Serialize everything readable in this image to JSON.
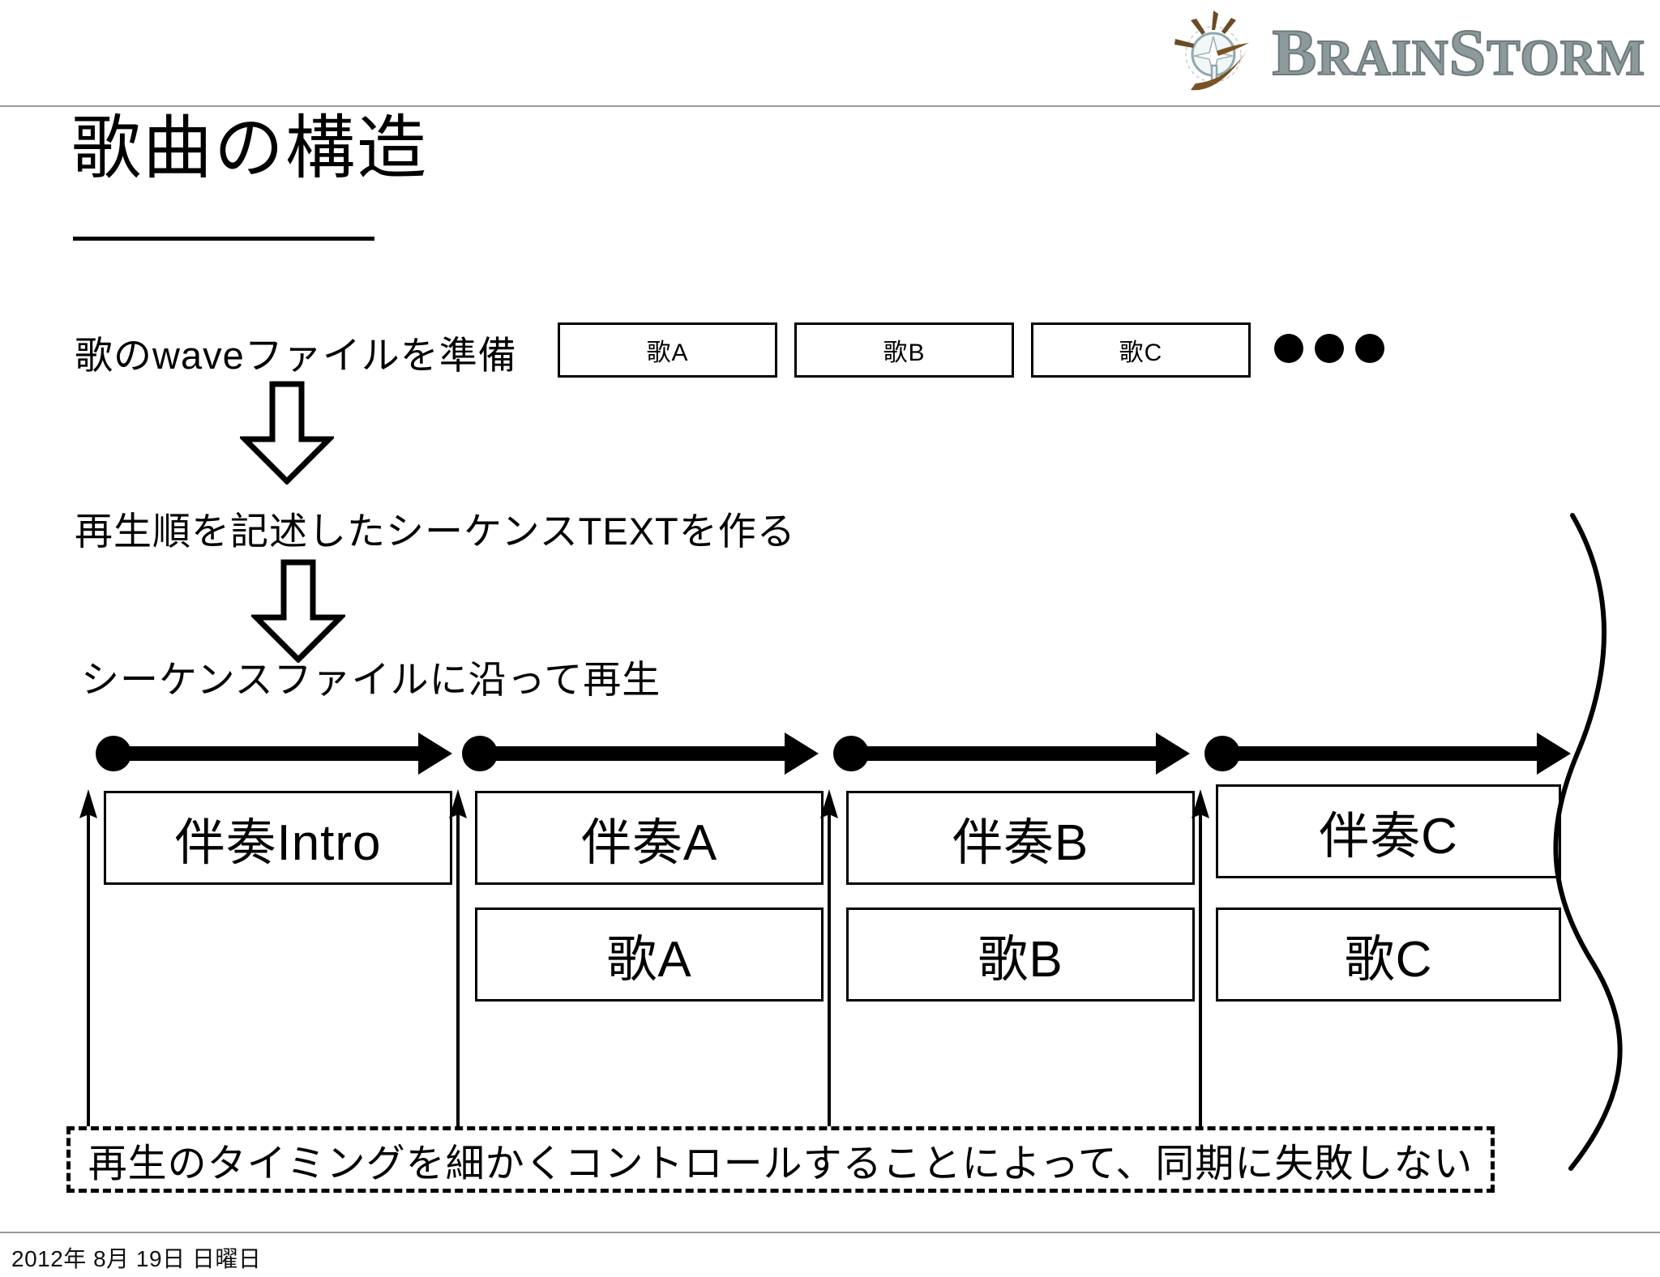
{
  "header": {
    "brand_name_full": "BrainStorm",
    "brand_part_b": "B",
    "brand_part_rain": "RAIN",
    "brand_part_s": "S",
    "brand_part_torm": "TORM",
    "brand_icon": "compass-lightbulb-logo-icon",
    "brand_color": "#8c9a9c",
    "brand_stroke_color": "#6e7b7d",
    "rule_color": "#9a9a9a"
  },
  "title": {
    "text": "歌曲の構造"
  },
  "steps": {
    "step1_label": "歌のwaveファイルを準備",
    "step2_label": "再生順を記述したシーケンスTEXTを作る",
    "step3_label": "シーケンスファイルに沿って再生",
    "arrow1_icon": "block-arrow-down-icon",
    "arrow2_icon": "block-arrow-down-icon"
  },
  "wave_files": {
    "boxes": [
      {
        "label": "歌A"
      },
      {
        "label": "歌B"
      },
      {
        "label": "歌C"
      }
    ],
    "ellipsis_icon": "three-dots-icon",
    "ellipsis_count": 3
  },
  "timeline": {
    "segments": [
      {
        "marker_icon": "timeline-start-dot-icon",
        "arrow_icon": "arrow-right-icon",
        "accompaniment": "伴奏Intro",
        "vocal": "",
        "cue_icon": "cue-arrow-up-icon"
      },
      {
        "marker_icon": "timeline-start-dot-icon",
        "arrow_icon": "arrow-right-icon",
        "accompaniment": "伴奏A",
        "vocal": "歌A",
        "cue_icon": "cue-arrow-up-icon"
      },
      {
        "marker_icon": "timeline-start-dot-icon",
        "arrow_icon": "arrow-right-icon",
        "accompaniment": "伴奏B",
        "vocal": "歌B",
        "cue_icon": "cue-arrow-up-icon"
      },
      {
        "marker_icon": "timeline-start-dot-icon",
        "arrow_icon": "arrow-right-icon",
        "accompaniment": "伴奏C",
        "vocal": "歌C",
        "cue_icon": "cue-arrow-up-icon"
      }
    ],
    "continuation_icon": "s-curve-brace-icon"
  },
  "note": {
    "text": "再生のタイミングを細かくコントロールすることによって、同期に失敗しない",
    "border_style": "dashed"
  },
  "footer": {
    "date": "2012年 8月 19日 日曜日"
  }
}
